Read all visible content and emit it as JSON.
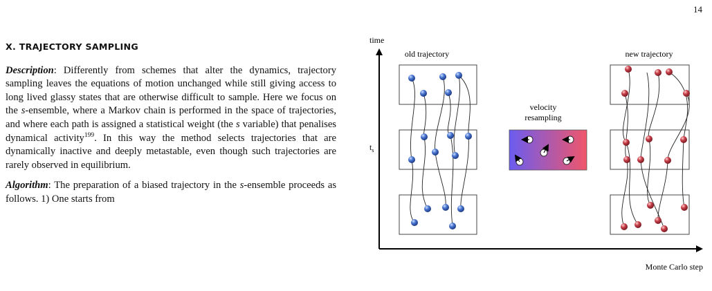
{
  "page": {
    "number": "14"
  },
  "section": {
    "title": "X.   TRAJECTORY SAMPLING",
    "description": {
      "lead": "Description",
      "colon": ":",
      "t1": " Differently from schemes that alter the dynamics, trajectory sampling leaves the equations of motion unchanged while still giving access to long lived glassy states that are otherwise difficult to sample. Here we focus on the ",
      "s1": "s",
      "t2": "-ensemble, where a Markov chain is performed in the space of trajectories, and where each path is assigned a statistical weight (the ",
      "s2": "s",
      "t3": " variable) that penalises dynamical activity",
      "ref": "199",
      "t4": ".  In this way the method selects trajectories that are dynamically inactive and deeply metastable, even though such trajectories are rarely observed in equilibrium."
    },
    "algorithm": {
      "lead": "Algorithm",
      "colon": ":",
      "t1": " The preparation of a biased trajectory in the ",
      "s1": "s",
      "t2": "-ensemble proceeds as follows. 1) One starts from"
    }
  },
  "figure": {
    "y_axis_label": "time",
    "x_axis_label": "Monte Carlo step",
    "ts_label": "t",
    "ts_subscript": "s",
    "old_label": "old trajectory",
    "new_label": "new trajectory",
    "middle_label_line1": "velocity",
    "middle_label_line2": "resampling",
    "colors": {
      "old_particle": "#3a5fb0",
      "new_particle": "#b8343e",
      "gradient_left": "#6a5cf0",
      "gradient_right": "#f0566a"
    }
  }
}
